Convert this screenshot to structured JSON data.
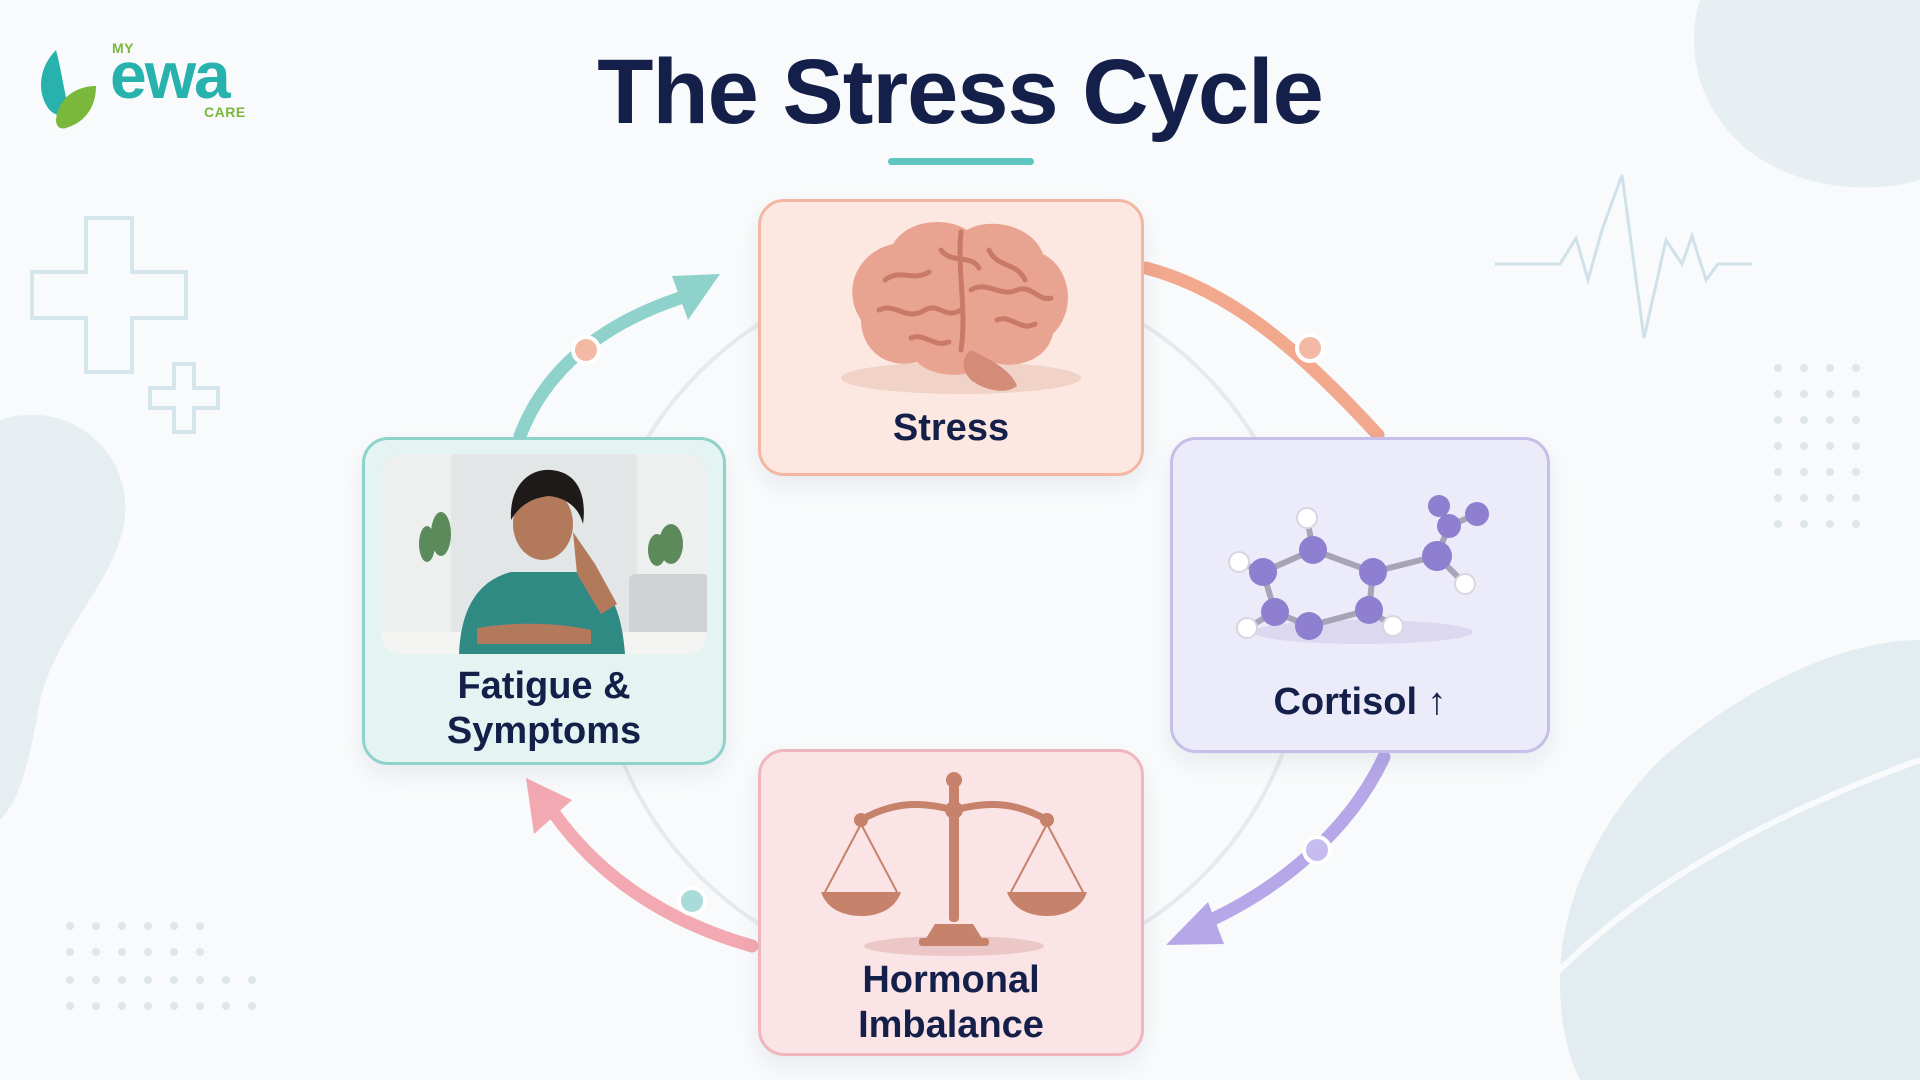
{
  "brand": {
    "my": "MY",
    "name": "ewa",
    "care": "CARE"
  },
  "title": "The Stress Cycle",
  "colors": {
    "title": "#14204a",
    "accent_teal": "#5ec5c0",
    "stress_arrow": "#f2a88d",
    "cortisol_arrow": "#b6a8e8",
    "hormonal_arrow": "#f2a9b2",
    "fatigue_arrow": "#8fd2cc"
  },
  "cycle": [
    {
      "id": "stress",
      "label": "Stress",
      "icon": "brain-icon"
    },
    {
      "id": "cortisol",
      "label": "Cortisol ↑",
      "icon": "molecule-icon"
    },
    {
      "id": "hormonal",
      "label_line1": "Hormonal",
      "label_line2": "Imbalance",
      "icon": "balance-scale-icon"
    },
    {
      "id": "fatigue",
      "label_line1": "Fatigue &",
      "label_line2": "Symptoms",
      "icon": "tired-woman-image"
    }
  ],
  "decorations": [
    "medical-cross-icon",
    "heartbeat-line-icon",
    "dot-grid"
  ]
}
